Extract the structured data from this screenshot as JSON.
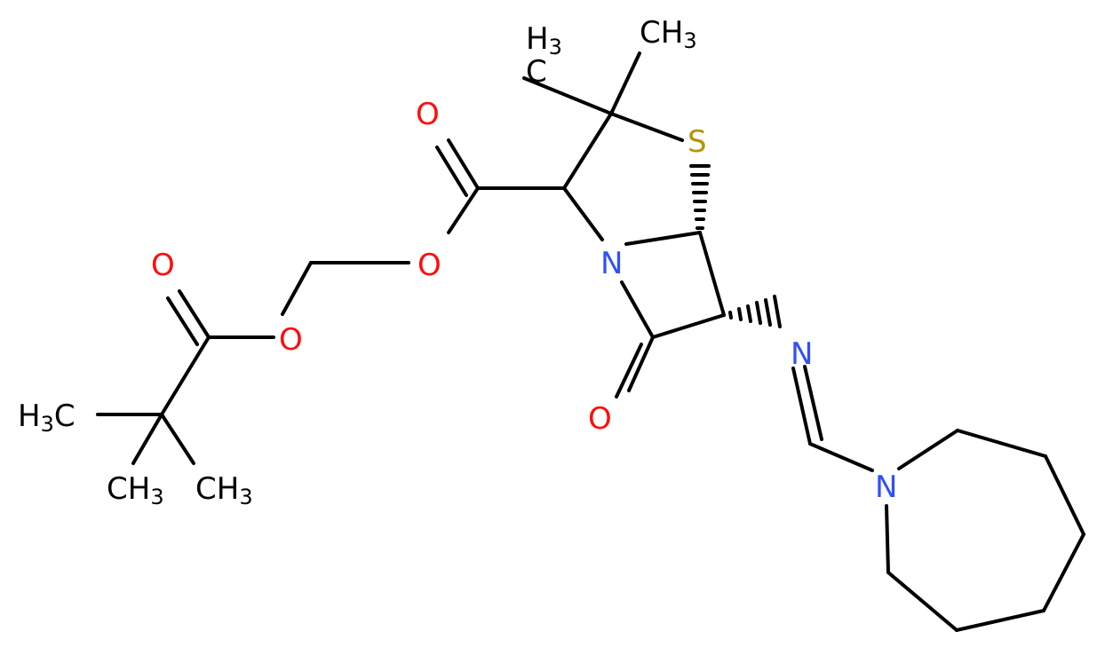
{
  "colors": {
    "carbon": "#000000",
    "oxygen": "#ff0d0d",
    "nitrogen": "#3050f8",
    "sulfur": "#b29600",
    "background": "#ffffff"
  },
  "atoms": {
    "s1": "S",
    "n_ring": "N",
    "n_imine": "N",
    "n_azepane": "N",
    "o_lactam": "O",
    "o_acid_carbonyl": "O",
    "o_acid_ester": "O",
    "o_ether": "O",
    "o_piv_carbonyl": "O",
    "me_top_left": {
      "main": "H",
      "sub": "3",
      "tail": "C"
    },
    "me_top_right": {
      "main": "CH",
      "sub": "3"
    },
    "me_piv_left": {
      "main": "H",
      "sub": "3",
      "tail": "C"
    },
    "me_piv_bottom_left": {
      "main": "CH",
      "sub": "3"
    },
    "me_piv_bottom_right": {
      "main": "CH",
      "sub": "3"
    }
  }
}
